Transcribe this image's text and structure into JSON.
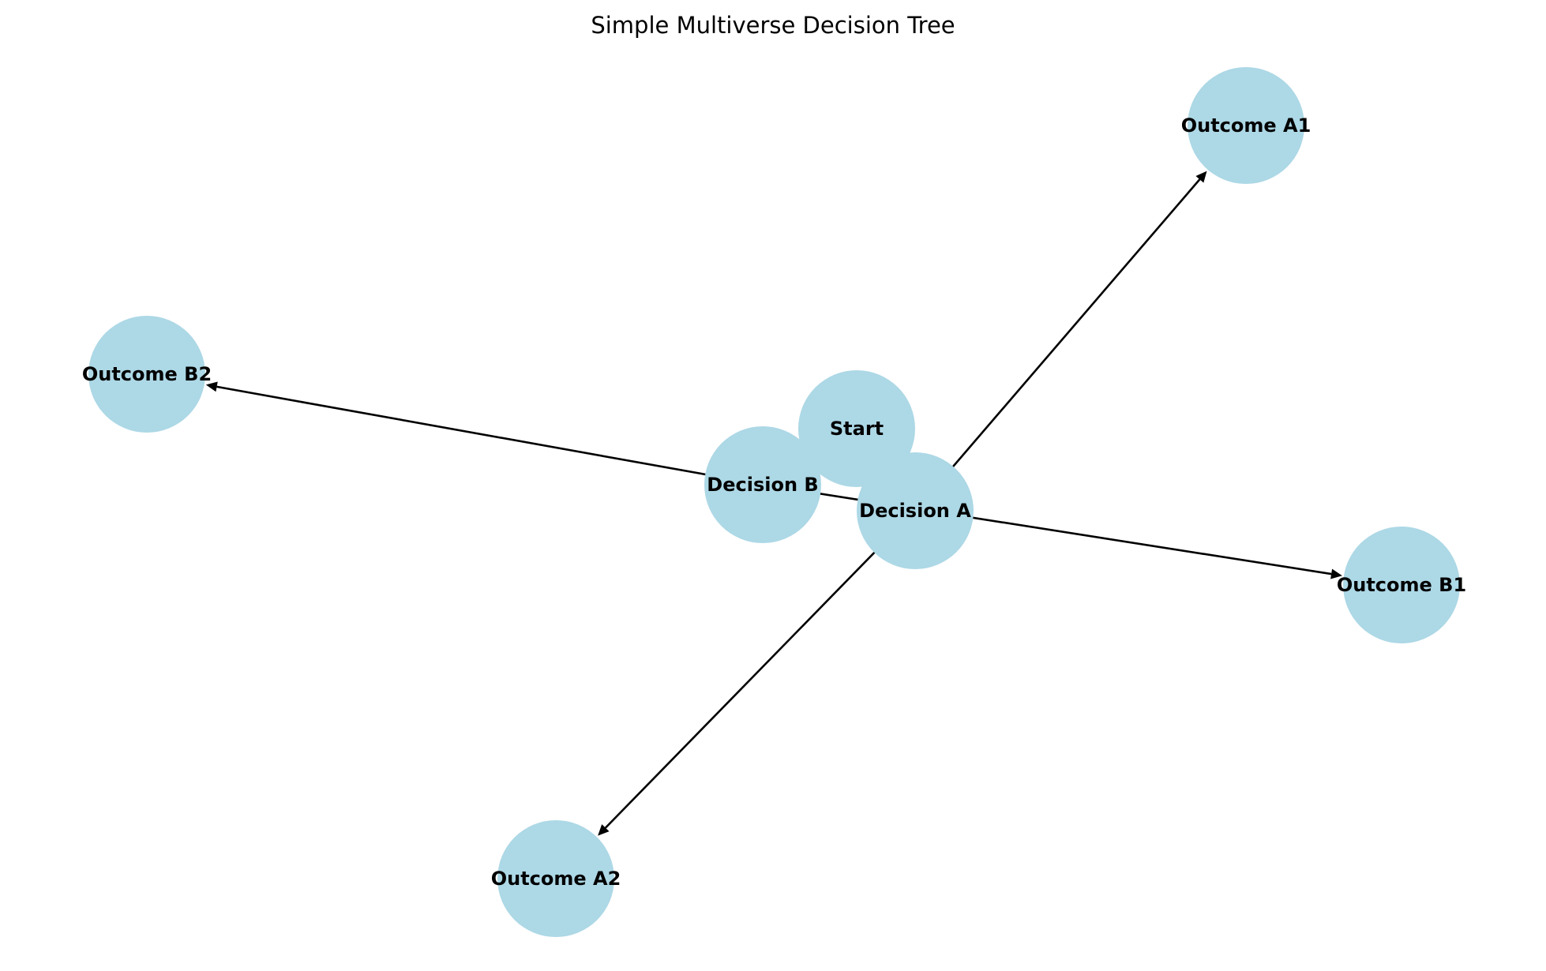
{
  "title": "Simple Multiverse Decision Tree",
  "colors": {
    "node_fill": "#add8e6",
    "edge": "#000000",
    "text": "#000000",
    "background": "#ffffff"
  },
  "nodes": [
    {
      "id": "start",
      "label": "Start"
    },
    {
      "id": "decision_a",
      "label": "Decision A"
    },
    {
      "id": "decision_b",
      "label": "Decision B"
    },
    {
      "id": "outcome_a1",
      "label": "Outcome A1"
    },
    {
      "id": "outcome_a2",
      "label": "Outcome A2"
    },
    {
      "id": "outcome_b1",
      "label": "Outcome B1"
    },
    {
      "id": "outcome_b2",
      "label": "Outcome B2"
    }
  ],
  "edges": [
    {
      "from": "start",
      "to": "decision_a"
    },
    {
      "from": "start",
      "to": "decision_b"
    },
    {
      "from": "decision_a",
      "to": "outcome_a1"
    },
    {
      "from": "decision_a",
      "to": "outcome_a2"
    },
    {
      "from": "decision_b",
      "to": "outcome_b1"
    },
    {
      "from": "decision_b",
      "to": "outcome_b2"
    }
  ]
}
